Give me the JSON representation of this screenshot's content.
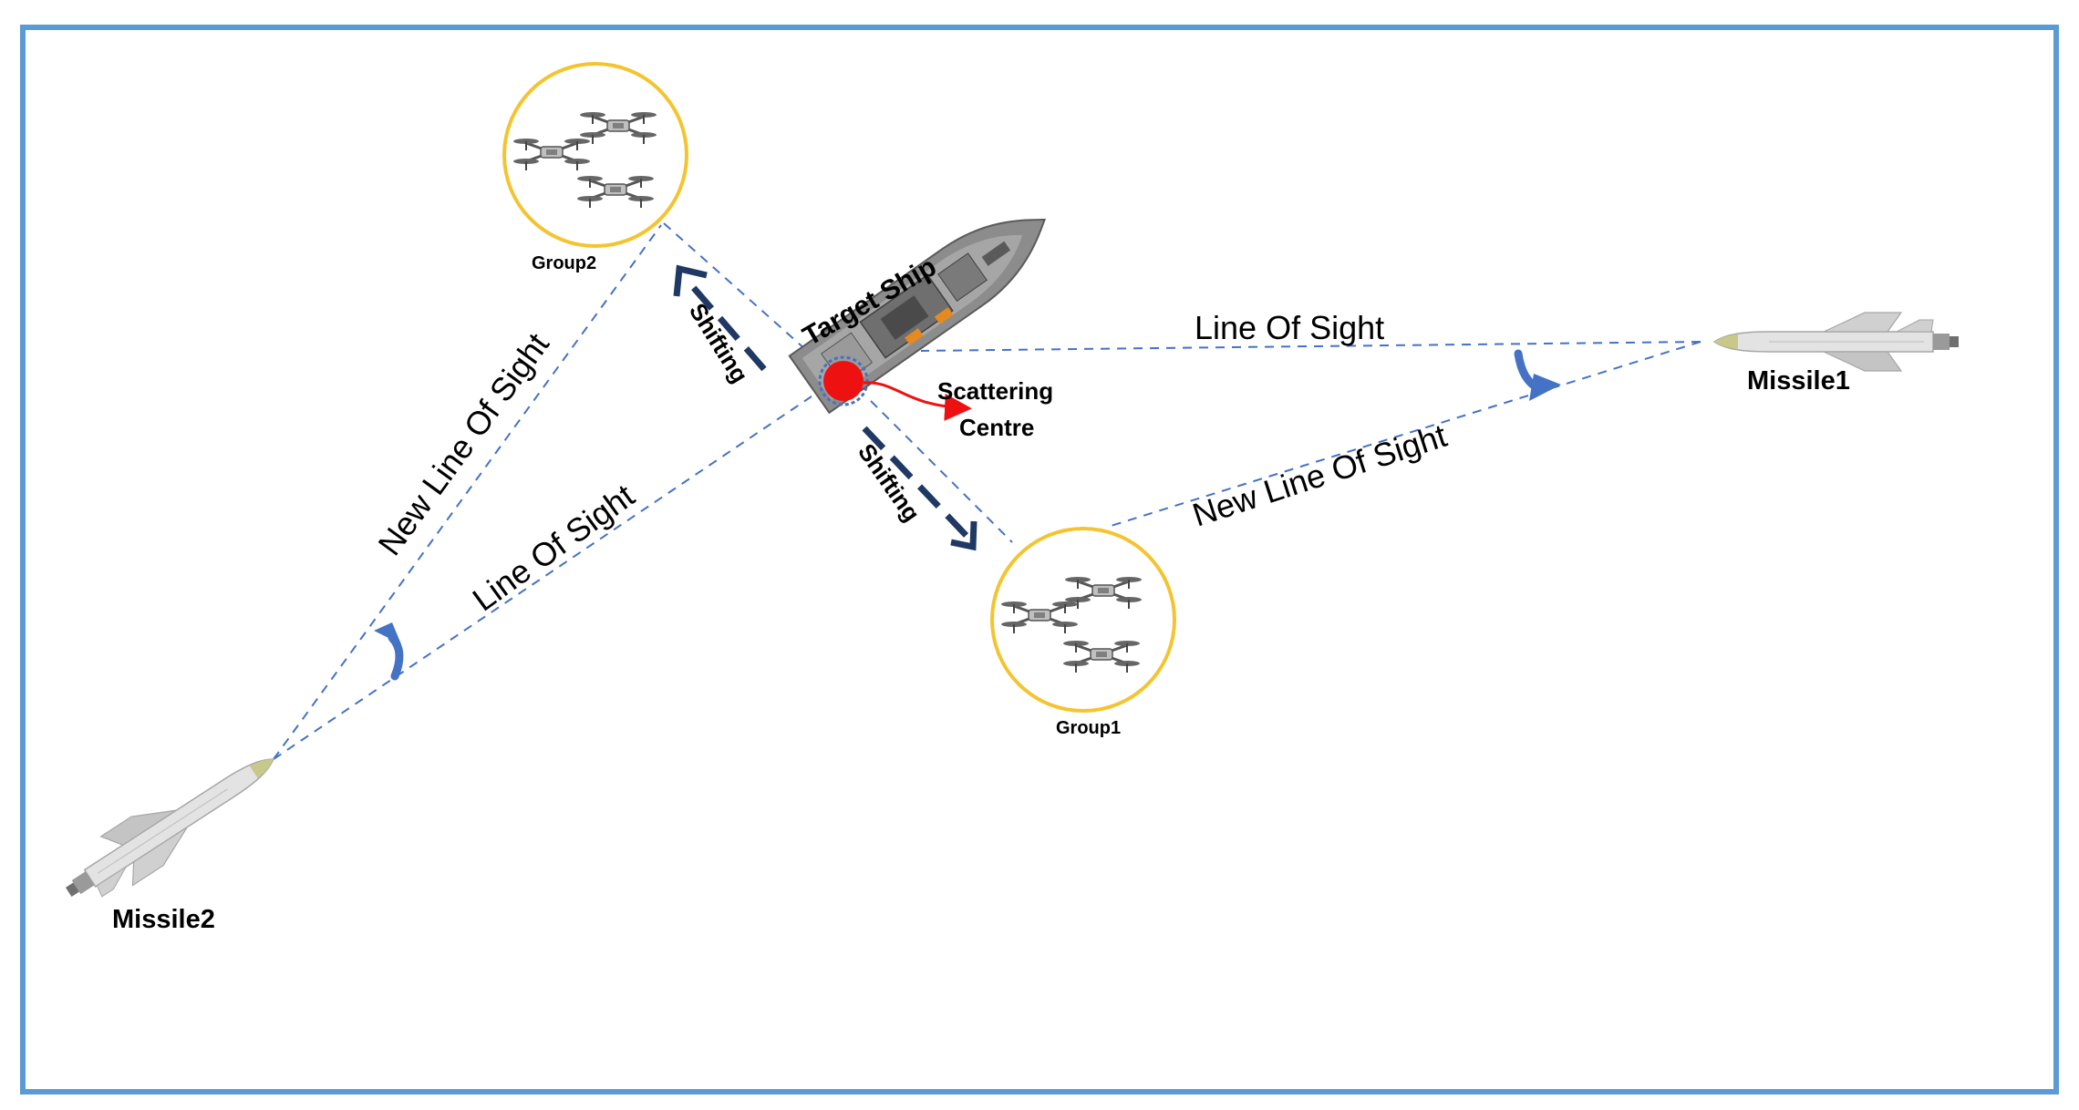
{
  "labels": {
    "target_ship": "Target Ship",
    "scattering_centre_line1": "Scattering",
    "scattering_centre_line2": "Centre",
    "missile1": "Missile1",
    "missile2": "Missile2",
    "group1": "Group1",
    "group2": "Group2",
    "shifting_upper": "Shifting",
    "shifting_lower": "Shifting",
    "los_missile1": "Line Of Sight",
    "new_los_missile1": "New Line Of Sight",
    "los_missile2": "Line Of Sight",
    "new_los_missile2": "New Line Of Sight"
  },
  "colors": {
    "frame": "#5b9bd5",
    "los_line": "#4472c4",
    "group_circle": "#f4c430",
    "shift_arrow": "#1f3864",
    "turn_arrow": "#4472c4",
    "scattering_dot": "#ee1111",
    "scattering_arrow": "#ee1111",
    "ship_hull": "#8c8c8c",
    "missile_body": "#d9d9d9"
  },
  "icons": {
    "ship": "ship-icon",
    "missile": "missile-icon",
    "drone": "quadcopter-drone-icon"
  }
}
